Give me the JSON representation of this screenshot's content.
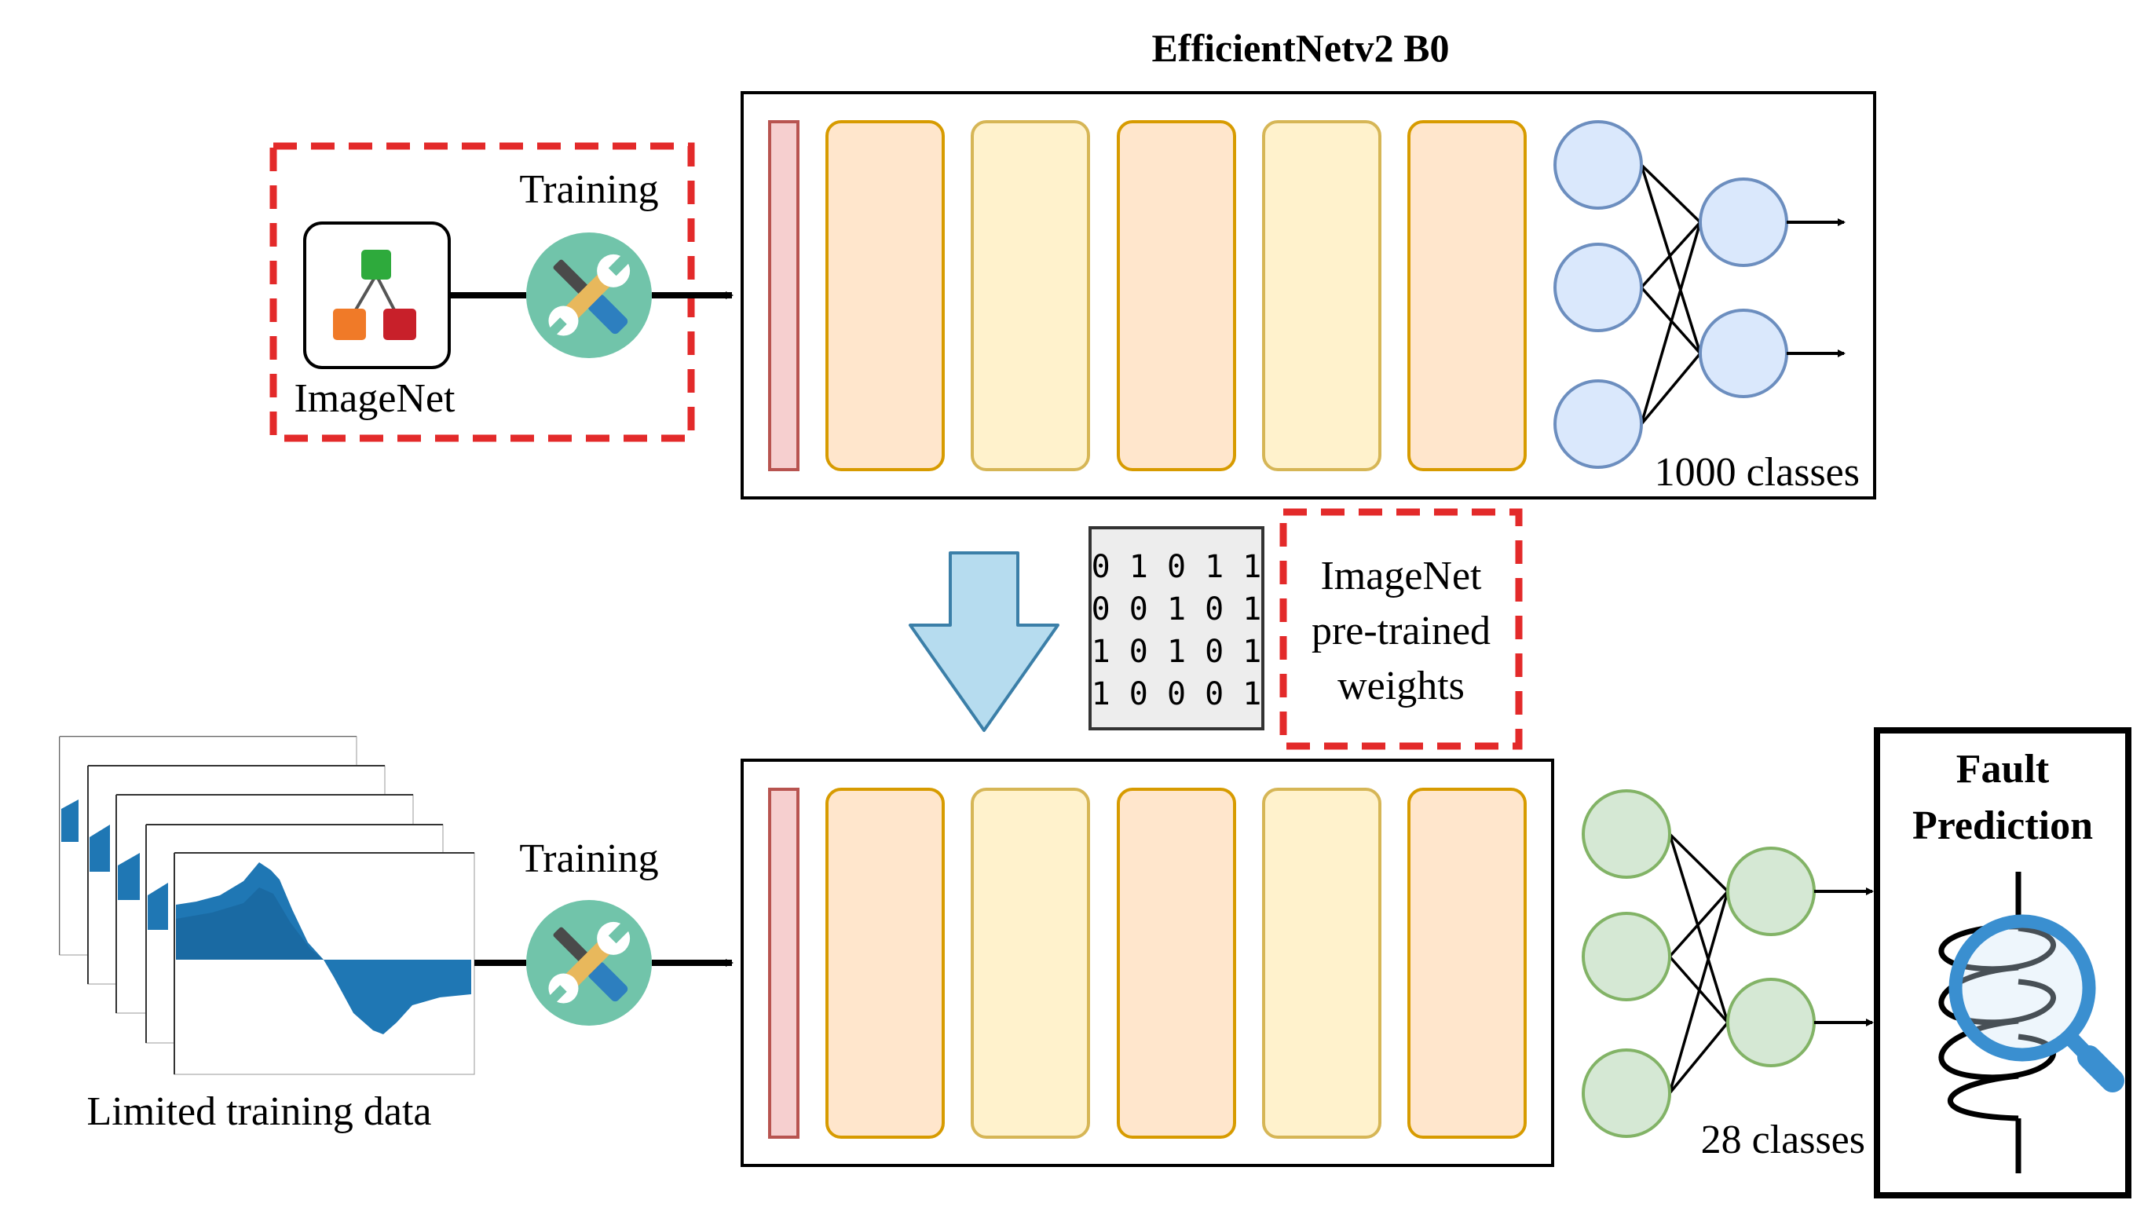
{
  "model_title": "EfficientNetv2 B0",
  "top_section": {
    "dataset_label": "ImageNet",
    "training_label": "Training",
    "output_classes_label": "1000 classes"
  },
  "transfer": {
    "binary_rows": [
      "0 1 0 1 1",
      "0 0 1 0 1",
      "1 0 1 0 1",
      "1 0 0 0 1"
    ],
    "weights_label_lines": [
      "ImageNet",
      "pre-trained",
      "weights"
    ]
  },
  "bottom_section": {
    "data_label": "Limited training data",
    "training_label": "Training",
    "output_classes_label": "28 classes"
  },
  "fault_box": {
    "title_lines": [
      "Fault",
      "Prediction"
    ]
  },
  "colors": {
    "red_dash": "#e32a2a",
    "input_layer": "#f6cfcf",
    "input_layer_border": "#b85450",
    "block_orange": "#ffe6cc",
    "block_yellow": "#fff2cc",
    "block_border": "#d79b00",
    "neuron_blue": "#dae8fc",
    "neuron_blue_border": "#6c8ebf",
    "neuron_green": "#d5e8d4",
    "neuron_green_border": "#82b366",
    "transfer_arrow": "#b6dcef",
    "transfer_arrow_border": "#3b7fa8",
    "wrench_circle": "#71c4aa",
    "signal_blue": "#1f77b4",
    "magnifier_blue": "#3a8fd0"
  },
  "icons": {
    "imagenet": "hierarchy-icon",
    "training": "tools-icon",
    "data": "waveform-icon",
    "fault": "coil-magnifier-icon"
  }
}
